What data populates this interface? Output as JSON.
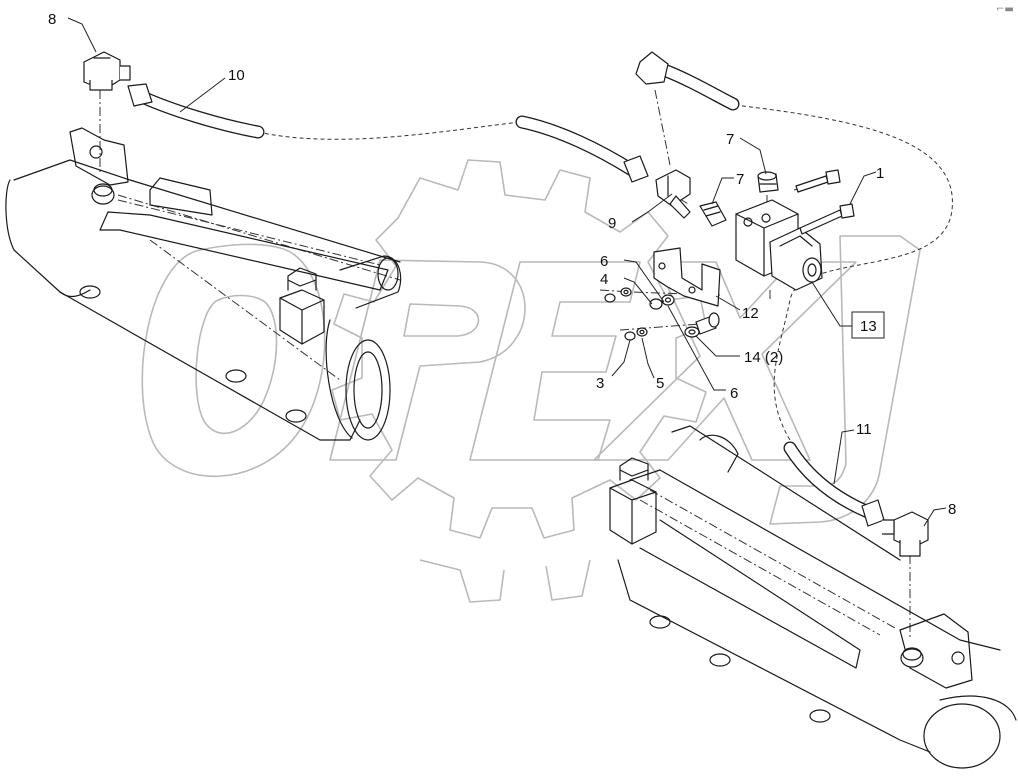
{
  "watermark": {
    "text": "OPEX"
  },
  "corner_mark": "⌐▬",
  "callouts": [
    {
      "id": "c8a",
      "label": "8"
    },
    {
      "id": "c10",
      "label": "10"
    },
    {
      "id": "c7a",
      "label": "7"
    },
    {
      "id": "c7b",
      "label": "7"
    },
    {
      "id": "c1",
      "label": "1"
    },
    {
      "id": "c9",
      "label": "9"
    },
    {
      "id": "c6a",
      "label": "6"
    },
    {
      "id": "c4",
      "label": "4"
    },
    {
      "id": "c12",
      "label": "12"
    },
    {
      "id": "c13",
      "label": "13",
      "boxed": true
    },
    {
      "id": "c14",
      "label": "14 (2)"
    },
    {
      "id": "c3",
      "label": "3"
    },
    {
      "id": "c5",
      "label": "5"
    },
    {
      "id": "c6b",
      "label": "6"
    },
    {
      "id": "c11",
      "label": "11"
    },
    {
      "id": "c8b",
      "label": "8"
    }
  ]
}
